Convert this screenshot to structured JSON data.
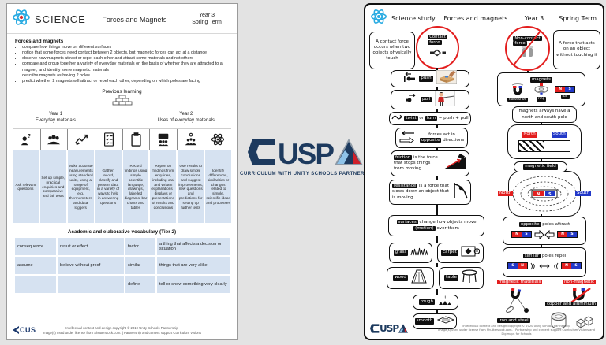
{
  "left_page": {
    "header": {
      "brand": "SCIENCE",
      "title": "Forces and Magnets",
      "year": "Year 3",
      "term": "Spring Term"
    },
    "unit_title": "Forces and magnets",
    "bullets": [
      "compare how things move on different surfaces",
      "notice that some forces need contact between 2 objects, but magnetic forces can act at a distance",
      "observe how magnets attract or repel each other and attract some materials and not others",
      "compare and group together a variety of everyday materials on the basis of whether they are attracted to a magnet, and identify some magnetic materials",
      "describe magnets as having 2 poles",
      "predict whether 2 magnets will attract or repel each other, depending on which poles are facing"
    ],
    "previous_learning": "Previous learning",
    "year1_label": "Year 1",
    "year1_topic": "Everyday materials",
    "year2_label": "Year 2",
    "year2_topic": "Uses of everyday materials",
    "skills": [
      {
        "icon": "ask-questions-icon",
        "text": "Ask relevant questions"
      },
      {
        "icon": "practical-enquiries-icon",
        "text": "Set up simple, practical enquiries and comparative and fair tests"
      },
      {
        "icon": "accurate-measurements-icon",
        "text": "Make accurate measurements using standard units, using a range of equipment, e.g. thermometers and data loggers"
      },
      {
        "icon": "gather-data-icon",
        "text": "Gather, record, classify and present data in a variety of ways to help in answering questions"
      },
      {
        "icon": "record-findings-icon",
        "text": "Record findings using simple scientific language, drawings, labelled diagrams, bar charts and tables"
      },
      {
        "icon": "report-findings-icon",
        "text": "Report on findings from enquiries, including oral and written explanations , displays or presentations of results and conclusions"
      },
      {
        "icon": "draw-conclusions-icon",
        "text": "Use results to draw simple conclusions and suggest improvements, new questions and predictions for setting up further tests"
      },
      {
        "icon": "scientific-ideas-icon",
        "text": "Identify differences, similarities or changes related to simple, scientific ideas and processes"
      }
    ],
    "vocab_title": "Academic and elaborative vocabulary (Tier 2)",
    "vocab_rows": [
      {
        "term_a": "consequence",
        "def_a": "result or effect",
        "term_b": "factor",
        "def_b": "a thing that affects a decision or situation"
      },
      {
        "term_a": "assume",
        "def_a": "believe without proof",
        "term_b": "similar",
        "def_b": "things that are very alike"
      },
      {
        "term_a": "",
        "def_a": "",
        "term_b": "define",
        "def_b": "tell or show something very clearly"
      }
    ],
    "footer_logo": "CUS",
    "footer_line1": "Intellectual content and design copyright © 2019 Unity Schools Partnership",
    "footer_line2": "Image(s) used under license from Shutterstock.com. | Partnership and content support Curriculum Visions"
  },
  "center_logo": {
    "word": "USP",
    "tagline": "CURRICULUM WITH UNITY SCHOOLS PARTNERSHIP"
  },
  "right_page": {
    "header": {
      "brand": "Science study",
      "title": "Forces and magnets",
      "year": "Year 3",
      "term": "Spring Term"
    },
    "contact_def": "A contact force occurs when two objects physically touch",
    "contact_label_1": "Contact",
    "contact_label_2": "force",
    "noncontact_label_1": "Non-contact",
    "noncontact_label_2": "force",
    "noncontact_def": "A force that acts on an object without touching it",
    "push_label": "push",
    "pull_label": "pull",
    "twist_hl": "twist",
    "twist_or": " or ",
    "turn_hl": "turn",
    "twist_rest": " = push + pull",
    "forces_pre": "forces act in ",
    "forces_hl": "opposite",
    "forces_post": " directions",
    "friction_hl": "friction",
    "friction_rest": " is the force that stops things from moving",
    "resistance_hl": "resistance",
    "resistance_rest": " is a force that slows down an object that is moving",
    "surfaces_hl": "surfaces",
    "surfaces_mid": " change how objects move ",
    "motion_hl": "(motion)",
    "surfaces_post": " over them",
    "surface_labels": [
      "grass",
      "carpet",
      "wood",
      "table",
      "rough",
      "smooth"
    ],
    "magnets_label": "magnets",
    "magnet_types": [
      "horseshoe",
      "ring",
      "bar"
    ],
    "pole_n": "N",
    "pole_s": "S",
    "poles_text": "magnets always have a north and south pole",
    "north_label": "North",
    "south_label": "South",
    "field_label": "magnetic field",
    "opposite_hl": "opposite",
    "opposite_rest": " poles attract",
    "similar_hl": "similar",
    "similar_rest": " poles repel",
    "magnetic_label": "magnetic materials",
    "magnetic_items": "iron and steel",
    "nonmagnetic_label": "non-magnetic",
    "nonmagnetic_items": "copper and aluminium",
    "footer_line1": "Intellectual content and design copyright © 2020 Unity Schools Partnership",
    "footer_line2": "Image(s) used under license from Shutterstock.com. | Partnership and content support Curriculum Visions and Digimaps for Schools"
  }
}
